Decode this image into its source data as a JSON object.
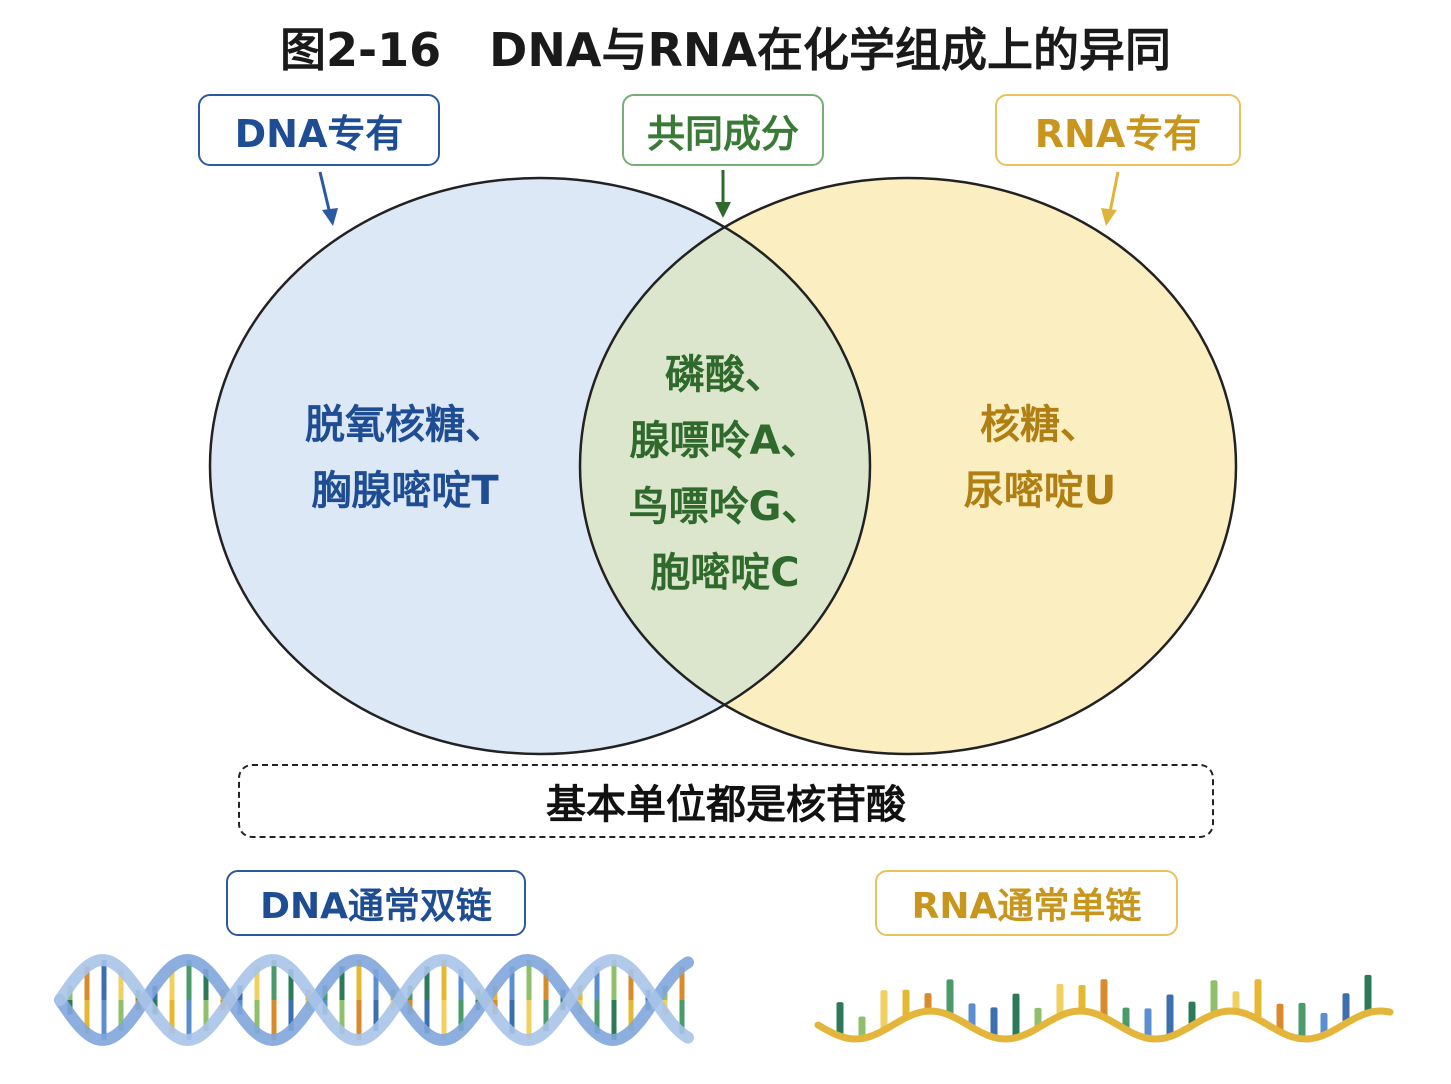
{
  "title": "图2-16   DNA与RNA在化学组成上的异同",
  "tags": {
    "dna_only": "DNA专有",
    "common": "共同成分",
    "rna_only": "RNA专有"
  },
  "dna_only_items": [
    "脱氧核糖、",
    "胸腺嘧啶T"
  ],
  "common_items": [
    "磷酸、",
    "腺嘌呤A、",
    "鸟嘌呤G、",
    "胞嘧啶C"
  ],
  "rna_only_items": [
    "核糖、",
    "尿嘧啶U"
  ],
  "basic_unit": "基本单位都是核苷酸",
  "dna_chain": "DNA通常双链",
  "rna_chain": "RNA通常单链",
  "colors": {
    "dna_fill": "#dde8f6",
    "rna_fill": "#fbeec0",
    "overlap_fill": "#dbe6cc",
    "dna_accent": "#2c5aa0",
    "common_accent": "#3a7a37",
    "rna_accent": "#e0b43a"
  }
}
